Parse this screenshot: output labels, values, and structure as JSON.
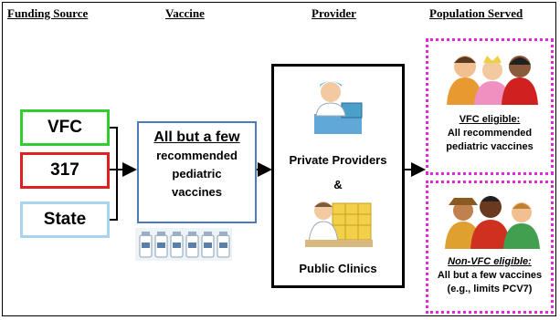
{
  "headers": {
    "funding_source": "Funding Source",
    "vaccine": "Vaccine",
    "provider": "Provider",
    "population_served": "Population Served"
  },
  "funding_sources": [
    {
      "label": "VFC",
      "color": "#33cc33"
    },
    {
      "label": "317",
      "color": "#e02020"
    },
    {
      "label": "State",
      "color": "#a8d4f0"
    }
  ],
  "vaccine": {
    "line1": "All but a few",
    "line2": "recommended",
    "line3": "pediatric",
    "line4": "vaccines",
    "icon": "vaccine-vials-icon"
  },
  "provider": {
    "private": "Private Providers",
    "amp": "&",
    "public": "Public Clinics",
    "icons": [
      "doctor-at-desk-icon",
      "clinic-worker-icon"
    ]
  },
  "population": {
    "vfc_title": "VFC eligible:",
    "vfc_line1": "All recommended",
    "vfc_line2": "pediatric vaccines",
    "non_vfc_title": "Non-VFC eligible:",
    "non_vfc_line1": "All but a few vaccines",
    "non_vfc_line2": "(e.g., limits PCV7)",
    "icons": [
      "family-group-icon",
      "diverse-group-icon"
    ],
    "border_color": "#e02ad8"
  },
  "colors": {
    "vaccine_border": "#4a7bbd",
    "provider_border": "#000000"
  }
}
